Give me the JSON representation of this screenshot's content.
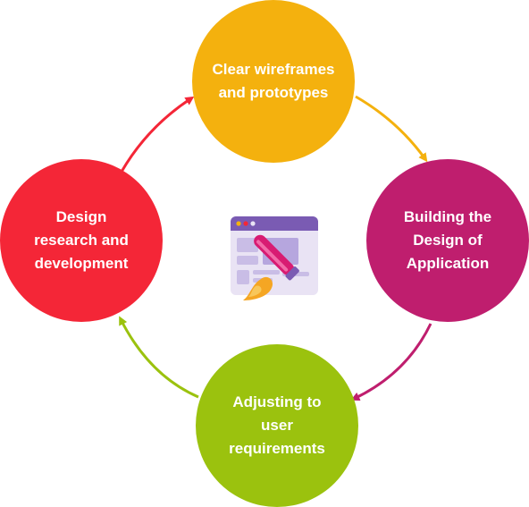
{
  "diagram": {
    "nodes": {
      "top": {
        "label": "Clear wireframes\nand prototypes",
        "color": "#F4B10E"
      },
      "right": {
        "label": "Building the\nDesign of\nApplication",
        "color": "#BF1E6E"
      },
      "bottom": {
        "label": "Adjusting to\nuser\nrequirements",
        "color": "#9BC20E"
      },
      "left": {
        "label": "Design\nresearch and\ndevelopment",
        "color": "#F42637"
      }
    },
    "center_icon": "web-design-brush-icon"
  }
}
